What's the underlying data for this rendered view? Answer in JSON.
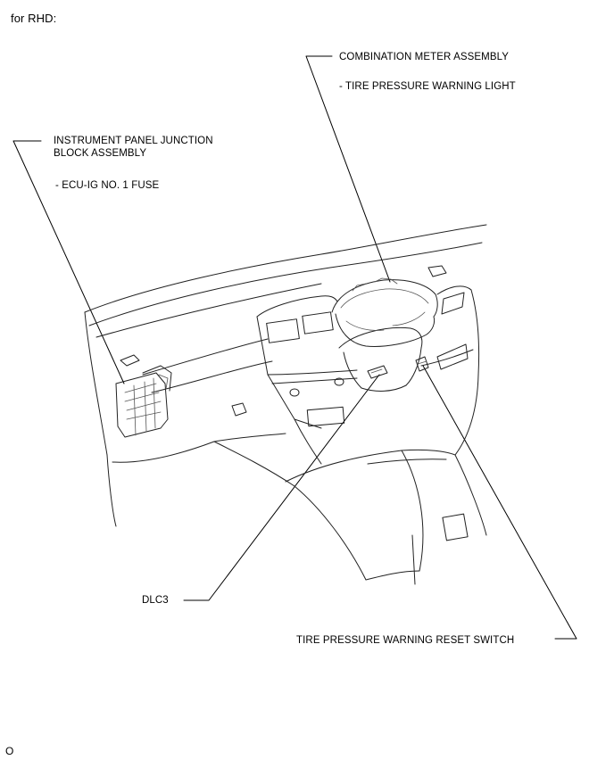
{
  "title": "for RHD:",
  "callouts": {
    "combination_meter": {
      "name": "COMBINATION METER ASSEMBLY",
      "item": "- TIRE PRESSURE WARNING LIGHT"
    },
    "instrument_panel_jb": {
      "name_line1": "INSTRUMENT PANEL JUNCTION",
      "name_line2": "BLOCK ASSEMBLY",
      "item": "- ECU-IG NO. 1 FUSE"
    },
    "dlc3": {
      "name": "DLC3"
    },
    "tire_pressure_reset_switch": {
      "name": "TIRE PRESSURE WARNING RESET SWITCH"
    }
  },
  "figure_code": "O"
}
